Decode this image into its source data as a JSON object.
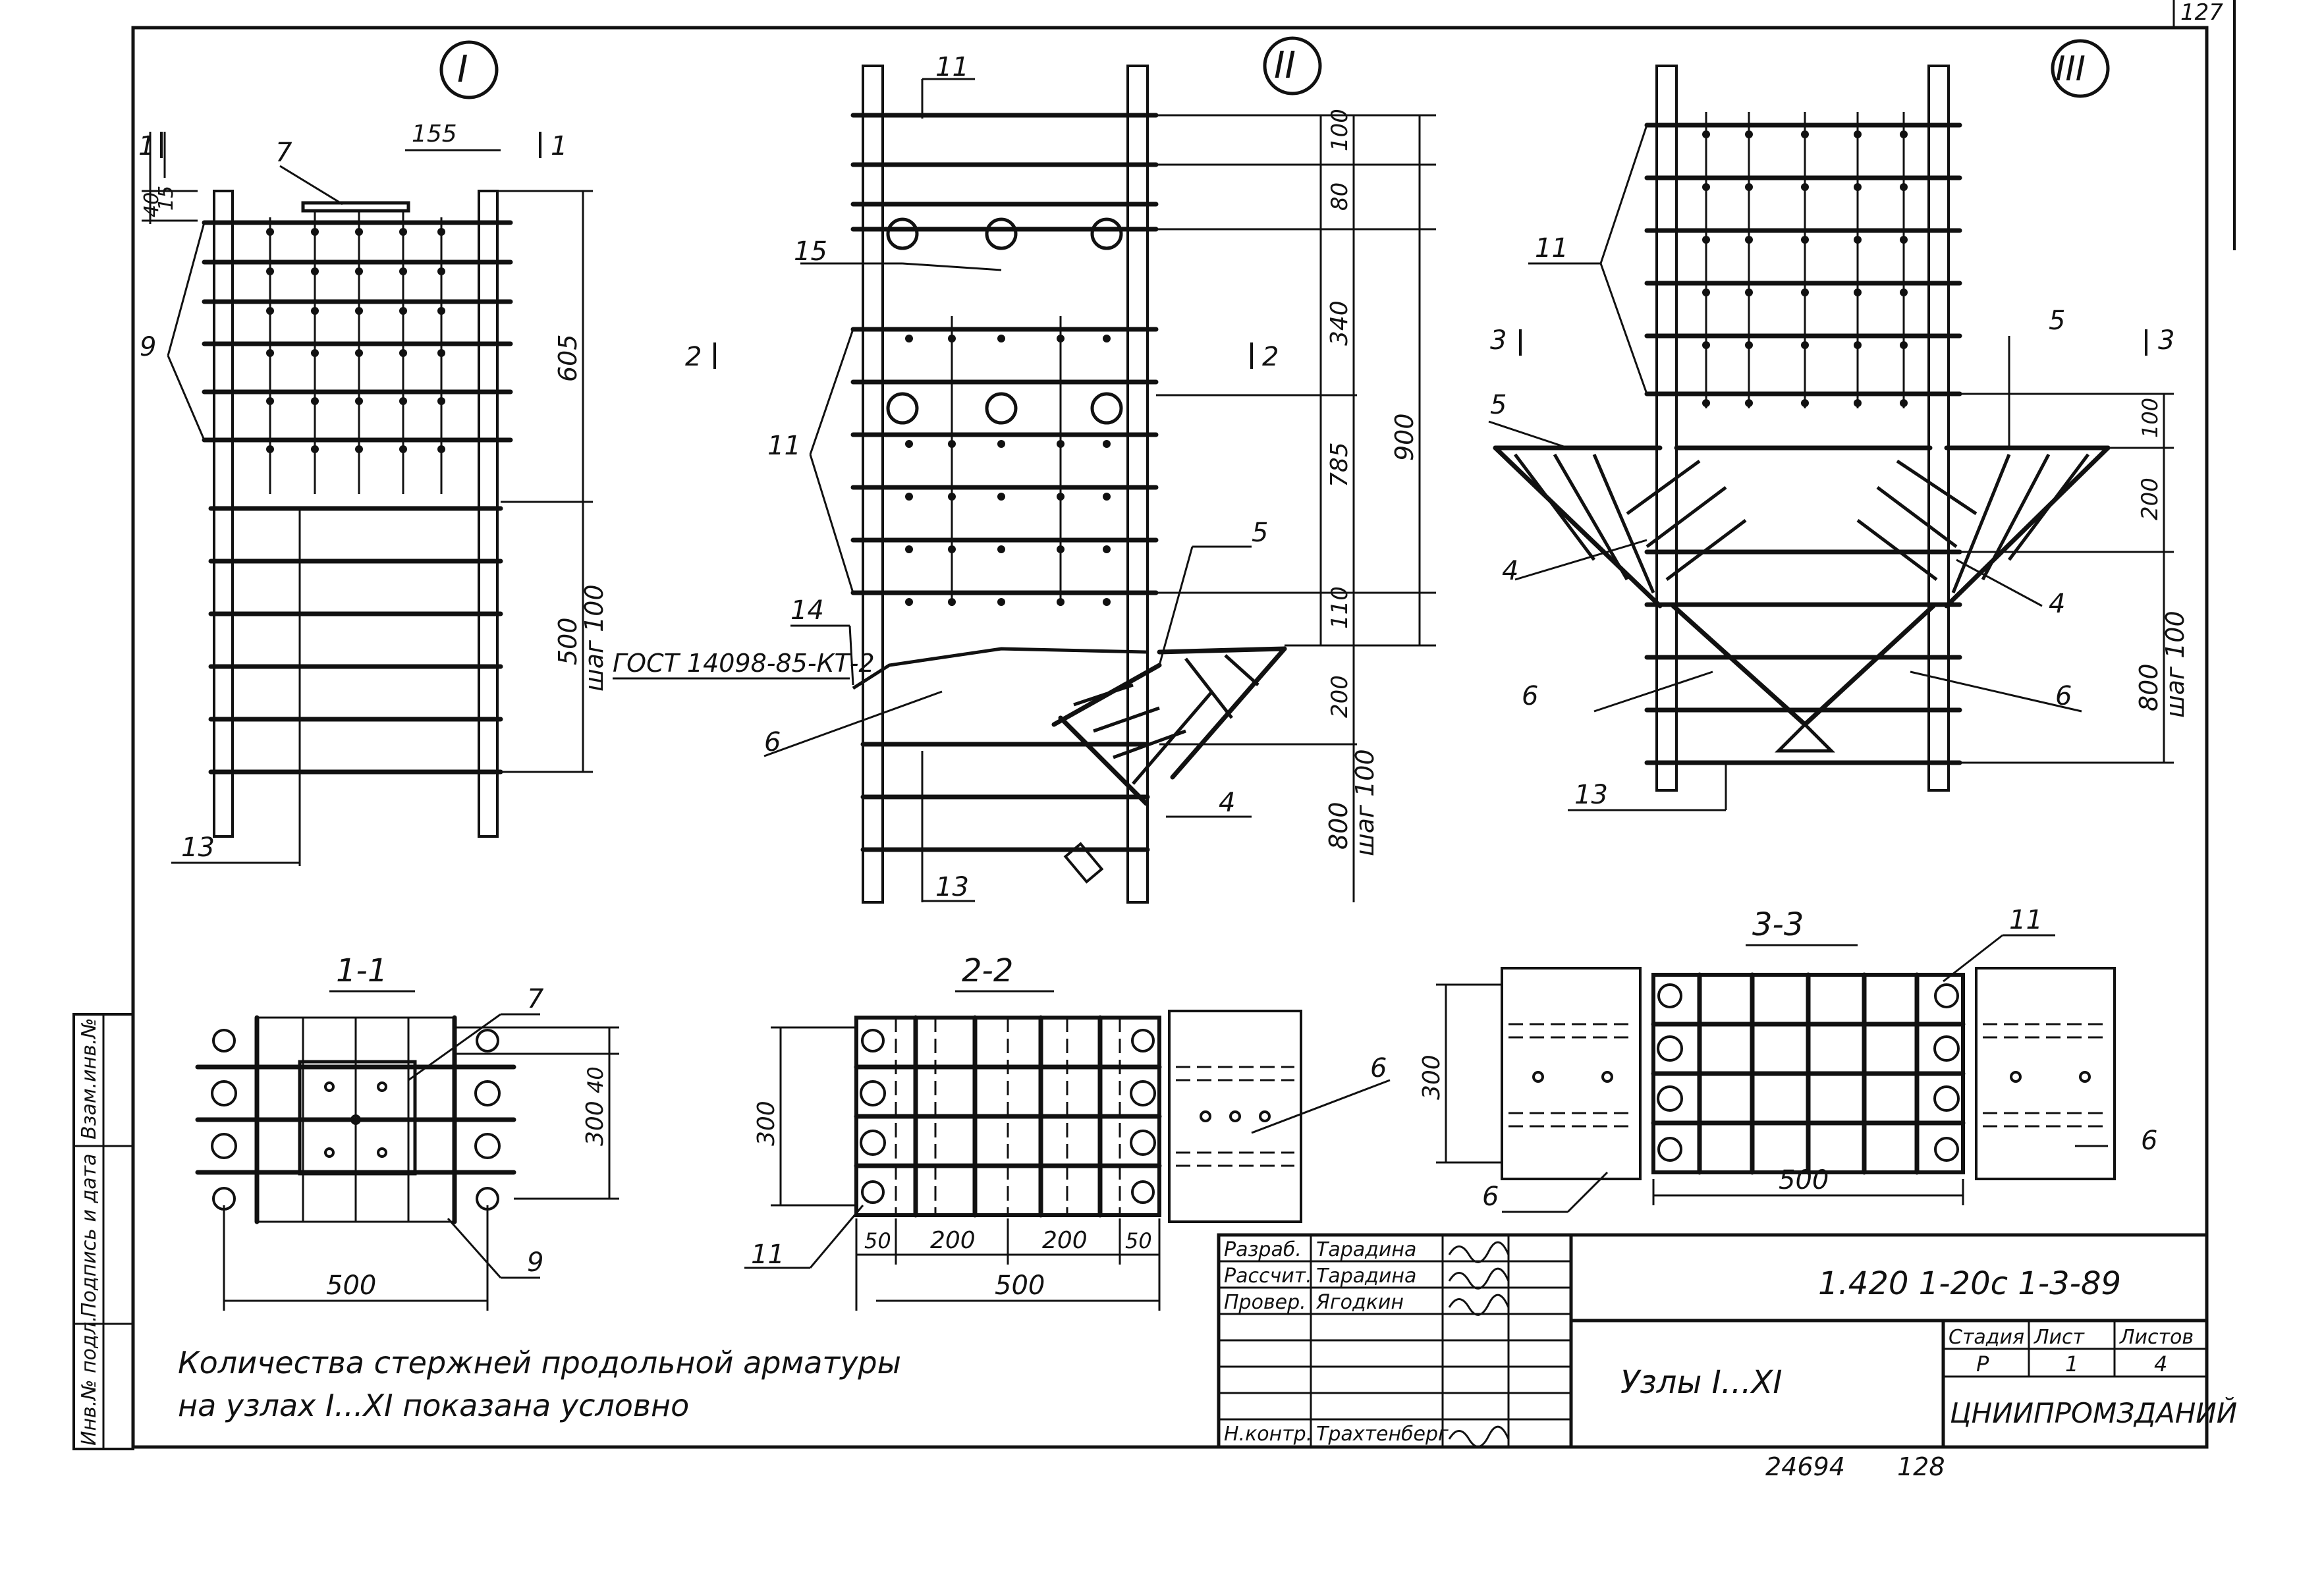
{
  "stamp": {
    "corner_number": "127",
    "designation": "1.420 1-20с 1-3-89",
    "title": "Узлы I...XI",
    "organization": "ЦНИИПРОМЗДАНИЙ",
    "stage_label": "Стадия",
    "stage_value": "Р",
    "sheet_label": "Лист",
    "sheet_value": "1",
    "sheets_label": "Листов",
    "sheets_value": "4",
    "roles": [
      {
        "role": "Разраб.",
        "name": "Тарадина"
      },
      {
        "role": "Рассчит.",
        "name": "Тарадина"
      },
      {
        "role": "Провер.",
        "name": "Ягодкин"
      },
      {
        "role": "Н.контр.",
        "name": "Трахтенберг"
      }
    ],
    "archive_number": "24694",
    "archive_page": "128"
  },
  "side_stamp": {
    "inv_orig": "Инв.№ подл.",
    "signature_date": "Подпись и дата",
    "inv_replace": "Взам.инв.№"
  },
  "note": {
    "line1": "Количества стержней продольной арматуры",
    "line2": "на узлах I...XI показана условно"
  },
  "views": {
    "node1": {
      "title": "I",
      "section_label": "1",
      "dims": [
        "155",
        "15",
        "40",
        "605",
        "500",
        "шаг 100"
      ],
      "positions": [
        "7",
        "9",
        "13"
      ]
    },
    "node2": {
      "title": "II",
      "section_label": "2",
      "gost": "ГОСТ 14098-85-КТ-2",
      "dims": [
        "100",
        "80",
        "340",
        "785",
        "900",
        "110",
        "200",
        "800",
        "шаг 100"
      ],
      "positions": [
        "11",
        "15",
        "11",
        "5",
        "14",
        "6",
        "4",
        "13"
      ]
    },
    "node3": {
      "title": "III",
      "section_label": "3",
      "dims": [
        "100",
        "200",
        "800",
        "шаг 100"
      ],
      "positions": [
        "11",
        "5",
        "5",
        "4",
        "4",
        "6",
        "6",
        "13"
      ]
    },
    "sec11": {
      "title": "1-1",
      "dims": [
        "40",
        "300",
        "500"
      ],
      "positions": [
        "7",
        "9"
      ]
    },
    "sec22": {
      "title": "2-2",
      "dims": [
        "300",
        "50",
        "200",
        "200",
        "50",
        "500"
      ],
      "positions": [
        "6",
        "11"
      ]
    },
    "sec33": {
      "title": "3-3",
      "dims": [
        "300",
        "500"
      ],
      "positions": [
        "11",
        "6",
        "6"
      ]
    }
  }
}
